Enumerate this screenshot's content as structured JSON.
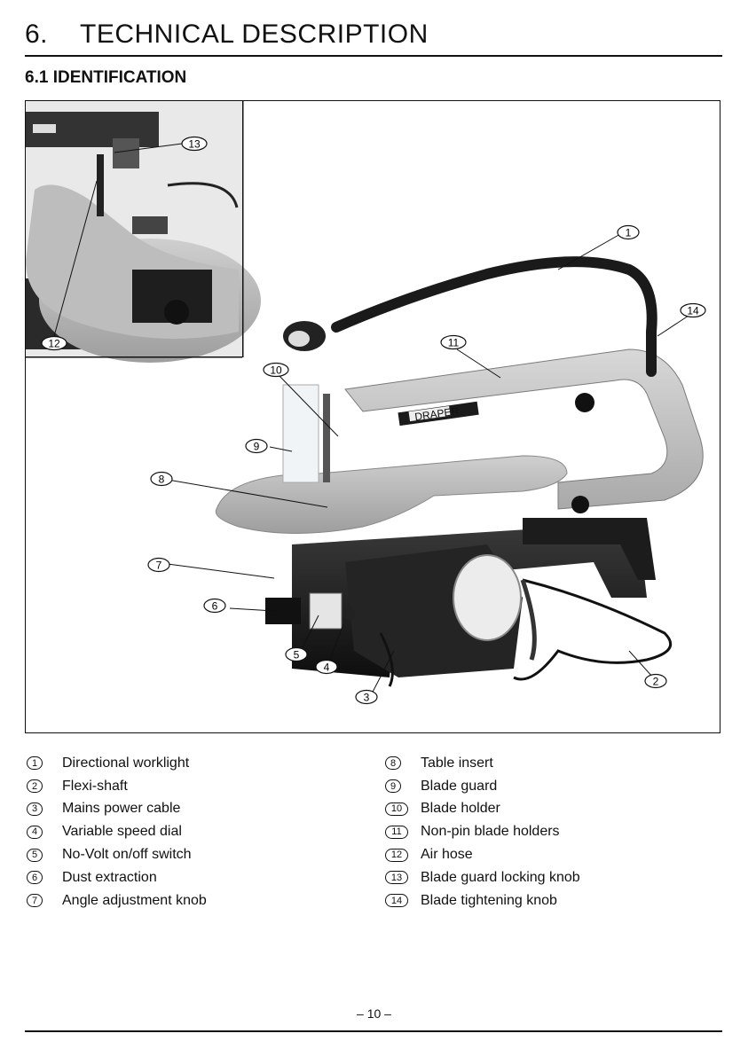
{
  "heading": {
    "number": "6.",
    "title": "TECHNICAL DESCRIPTION"
  },
  "subheading": "6.1 IDENTIFICATION",
  "figure": {
    "brand_label": "DRAPER",
    "callouts": [
      "1",
      "2",
      "3",
      "4",
      "5",
      "6",
      "7",
      "8",
      "9",
      "10",
      "11",
      "12",
      "13",
      "14"
    ]
  },
  "legend": {
    "left": [
      {
        "num": "1",
        "label": "Directional worklight"
      },
      {
        "num": "2",
        "label": "Flexi-shaft"
      },
      {
        "num": "3",
        "label": "Mains power cable"
      },
      {
        "num": "4",
        "label": "Variable speed dial"
      },
      {
        "num": "5",
        "label": "No-Volt on/off switch"
      },
      {
        "num": "6",
        "label": "Dust extraction"
      },
      {
        "num": "7",
        "label": "Angle adjustment knob"
      }
    ],
    "right": [
      {
        "num": "8",
        "label": "Table insert"
      },
      {
        "num": "9",
        "label": "Blade guard"
      },
      {
        "num": "10",
        "label": "Blade holder"
      },
      {
        "num": "11",
        "label": "Non-pin blade holders"
      },
      {
        "num": "12",
        "label": "Air hose"
      },
      {
        "num": "13",
        "label": "Blade guard locking knob"
      },
      {
        "num": "14",
        "label": "Blade tightening knob"
      }
    ]
  },
  "footer": {
    "page": "– 10 –"
  }
}
